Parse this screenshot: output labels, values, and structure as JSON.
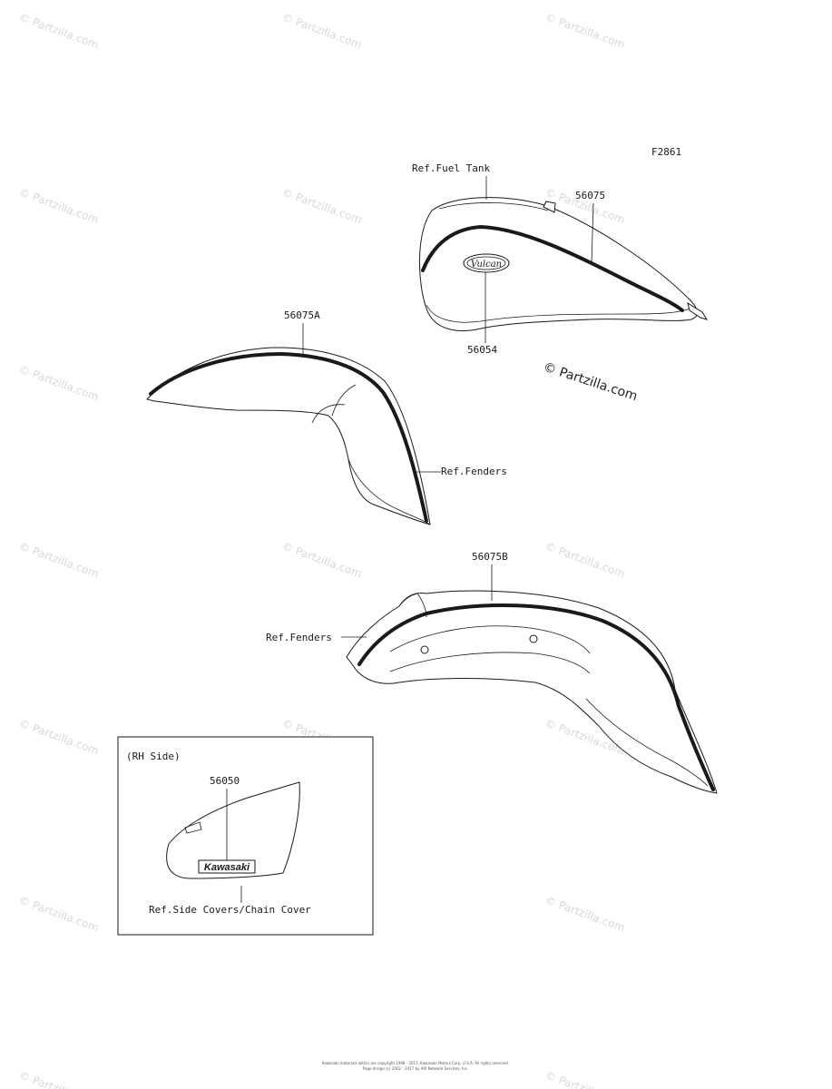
{
  "figure_code": "F2861",
  "callouts": {
    "fuel_tank_ref": "Ref.Fuel Tank",
    "tank_stripe": "56075",
    "tank_emblem": "56054",
    "front_fender_stripe": "56075A",
    "front_fender_ref": "Ref.Fenders",
    "rear_fender_stripe": "56075B",
    "rear_fender_ref": "Ref.Fenders",
    "side_cover_emblem": "56050",
    "side_cover_ref": "Ref.Side Covers/Chain Cover"
  },
  "inset": {
    "title": "(RH Side)"
  },
  "logos": {
    "tank_logo": "Vulcan",
    "side_cover_logo": "Kawasaki"
  },
  "watermark": {
    "main": "© Partzilla.com",
    "tile": "© Partzilla.com"
  },
  "footer": {
    "line1": "Kawasaki materials within are copyright 1998 - 2017, Kawasaki Motors Corp. U.S.A. All rights reserved.",
    "line2": "Page design (c) 2002 - 2017 by ARI Network Services, Inc."
  },
  "colors": {
    "line": "#1a1a1a",
    "watermark": "#d8d8d8",
    "background": "#ffffff"
  }
}
